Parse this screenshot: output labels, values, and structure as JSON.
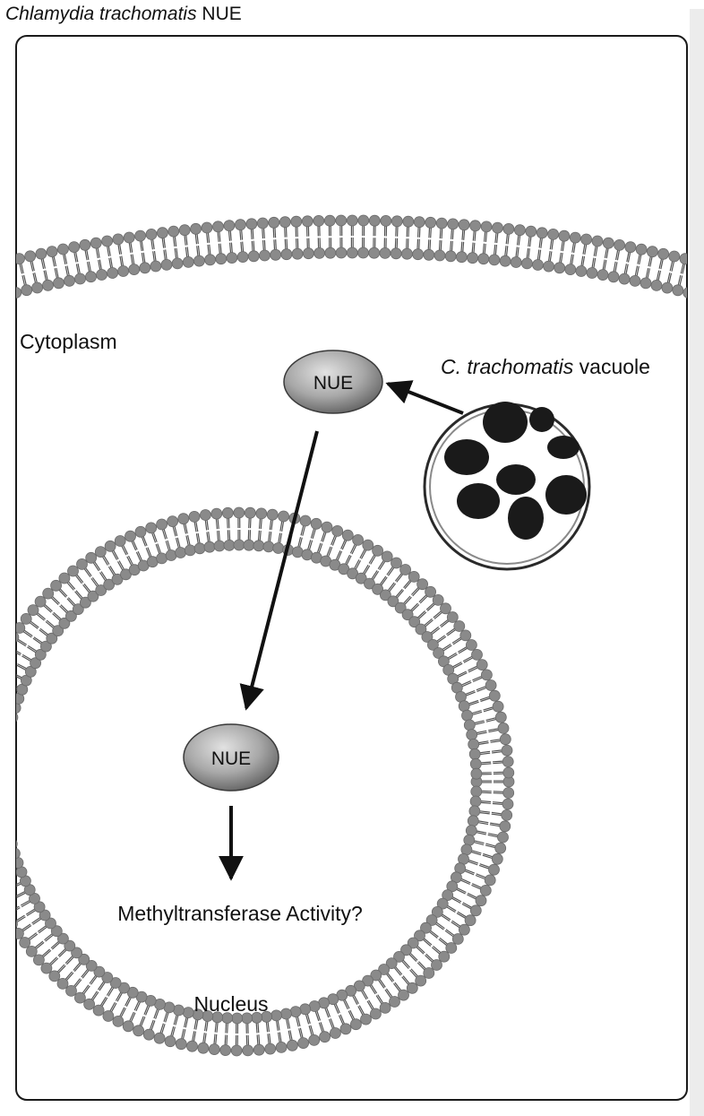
{
  "title": {
    "italic": "Chlamydia trachomatis",
    "rest": " NUE"
  },
  "labels": {
    "cytoplasm": "Cytoplasm",
    "vacuole_italic": "C. trachomatis",
    "vacuole_rest": " vacuole",
    "nue_cytoplasm": "NUE",
    "nue_nucleus": "NUE",
    "activity": "Methyltransferase Activity?",
    "nucleus": "Nucleus"
  },
  "colors": {
    "frame": "#1a1a1a",
    "membrane_head": "#8a8a8a",
    "membrane_tail": "#ffffff",
    "nue_light": "#d9d9d9",
    "nue_dark": "#5f5f5f",
    "bacteria": "#1a1a1a",
    "side_bar": "#ebebeb"
  }
}
